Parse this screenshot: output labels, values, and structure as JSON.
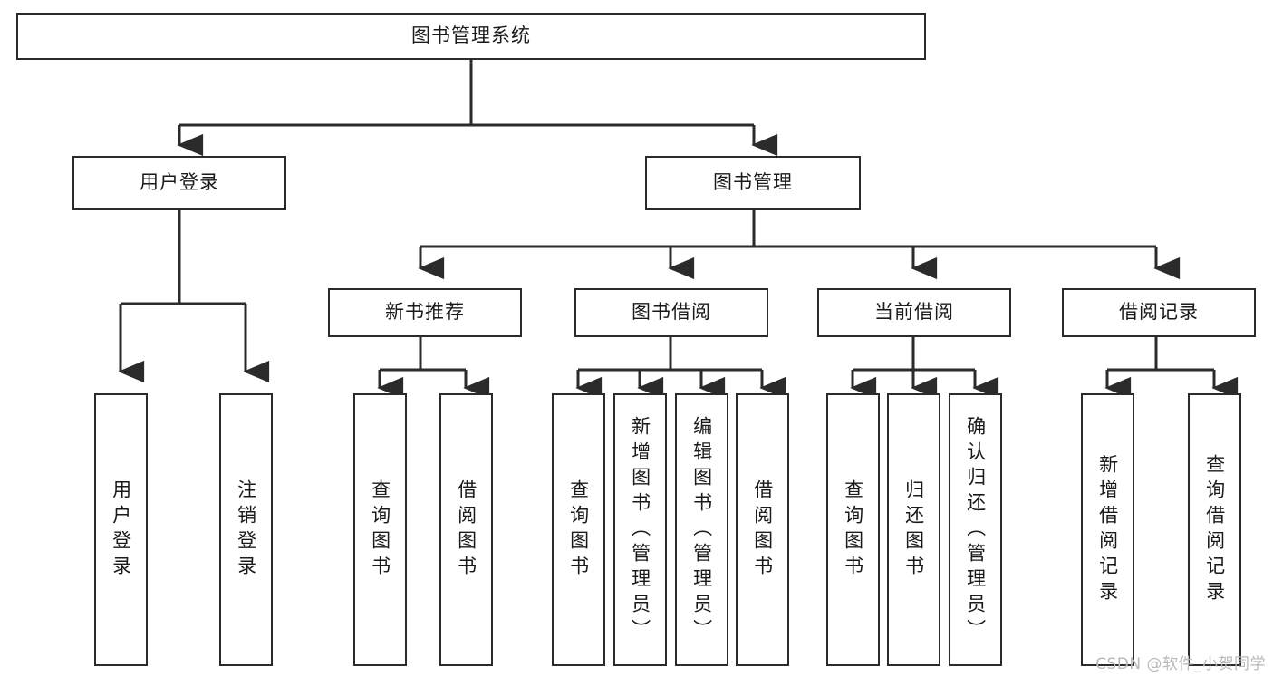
{
  "diagram": {
    "title": "图书管理系统",
    "type": "tree",
    "colors": {
      "background": "#ffffff",
      "box_border": "#2b2b2b",
      "box_fill": "#ffffff",
      "text": "#1a1a1a",
      "connector": "#2b2b2b",
      "watermark": "#b9b9b9"
    },
    "root": {
      "label": "图书管理系统"
    },
    "level2": [
      {
        "label": "用户登录"
      },
      {
        "label": "图书管理"
      }
    ],
    "level3": [
      {
        "label": "新书推荐"
      },
      {
        "label": "图书借阅"
      },
      {
        "label": "当前借阅"
      },
      {
        "label": "借阅记录"
      }
    ],
    "leaves": {
      "user_login": [
        {
          "label": "用户登录"
        },
        {
          "label": "注销登录"
        }
      ],
      "new_book_recommend": [
        {
          "label": "查询图书"
        },
        {
          "label": "借阅图书"
        }
      ],
      "book_borrow": [
        {
          "label": "查询图书"
        },
        {
          "label": "新增图书（管理员）"
        },
        {
          "label": "编辑图书（管理员）"
        },
        {
          "label": "借阅图书"
        }
      ],
      "current_borrow": [
        {
          "label": "查询图书"
        },
        {
          "label": "归还图书"
        },
        {
          "label": "确认归还（管理员）"
        }
      ],
      "borrow_record": [
        {
          "label": "新增借阅记录"
        },
        {
          "label": "查询借阅记录"
        }
      ]
    }
  },
  "watermark": {
    "text": "CSDN @软件_小贺同学"
  }
}
